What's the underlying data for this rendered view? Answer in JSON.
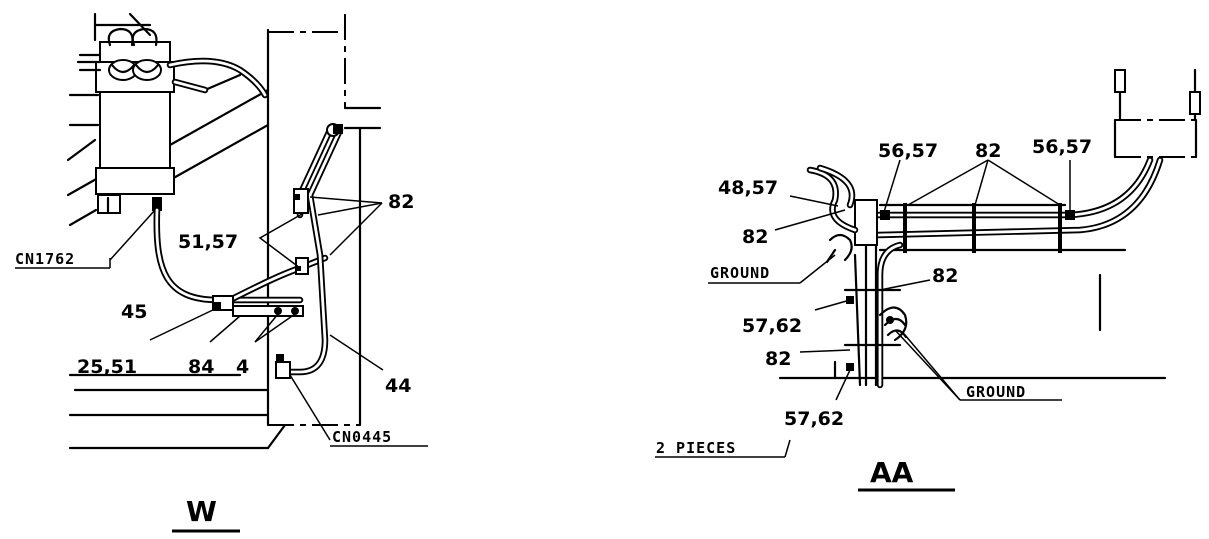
{
  "views": {
    "w": {
      "title": "W",
      "labels": {
        "l82": "82",
        "l51_57": "51,57",
        "l45": "45",
        "l25_51": "25,51",
        "l84": "84",
        "l4": "4",
        "l44": "44"
      },
      "connectors": {
        "cn1762": "CN1762",
        "cn0445": "CN0445"
      }
    },
    "aa": {
      "title": "AA",
      "labels": {
        "l56_57_a": "56,57",
        "l82_top": "82",
        "l56_57_b": "56,57",
        "l48_57": "48,57",
        "l82_left": "82",
        "l82_mid": "82",
        "l57_62_a": "57,62",
        "l82_low": "82",
        "l57_62_b": "57,62"
      },
      "notes": {
        "ground_a": "GROUND",
        "ground_b": "GROUND",
        "pieces": "2 PIECES"
      }
    }
  }
}
